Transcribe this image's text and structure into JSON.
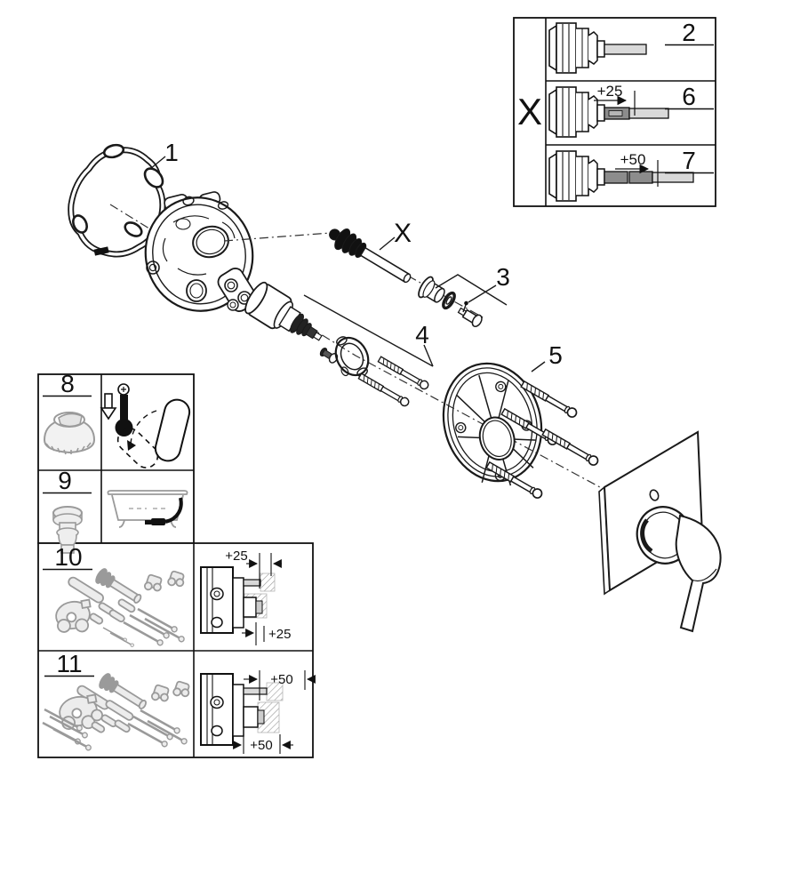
{
  "colors": {
    "line": "#1a1a1a",
    "part_gray": "#9a9a9a",
    "extension_dark": "#8c8c8c",
    "stem_light": "#d9d9d9",
    "background": "#ffffff"
  },
  "exploded_view": {
    "callouts": {
      "gasket": "1",
      "spindle": "X",
      "adapter_set": "3",
      "stop_ring_screws": "4",
      "mounting_plate": "5"
    }
  },
  "spindle_variants": {
    "group_label": "X",
    "items": [
      {
        "callout": "2",
        "extension_dim": ""
      },
      {
        "callout": "6",
        "extension_dim": "+25"
      },
      {
        "callout": "7",
        "extension_dim": "+50"
      }
    ]
  },
  "spare_parts_table": {
    "rows": [
      {
        "callout": "8",
        "icon": "thermometer-down-and-lever-rotation-icon"
      },
      {
        "callout": "9",
        "icon": "bathtub-filler-icon"
      },
      {
        "callout": "10",
        "icon": "extension-kit-cross-section",
        "dim_top": "+25",
        "dim_bottom": "+25"
      },
      {
        "callout": "11",
        "icon": "extension-kit-cross-section",
        "dim_top": "+50",
        "dim_bottom": "+50"
      }
    ]
  }
}
